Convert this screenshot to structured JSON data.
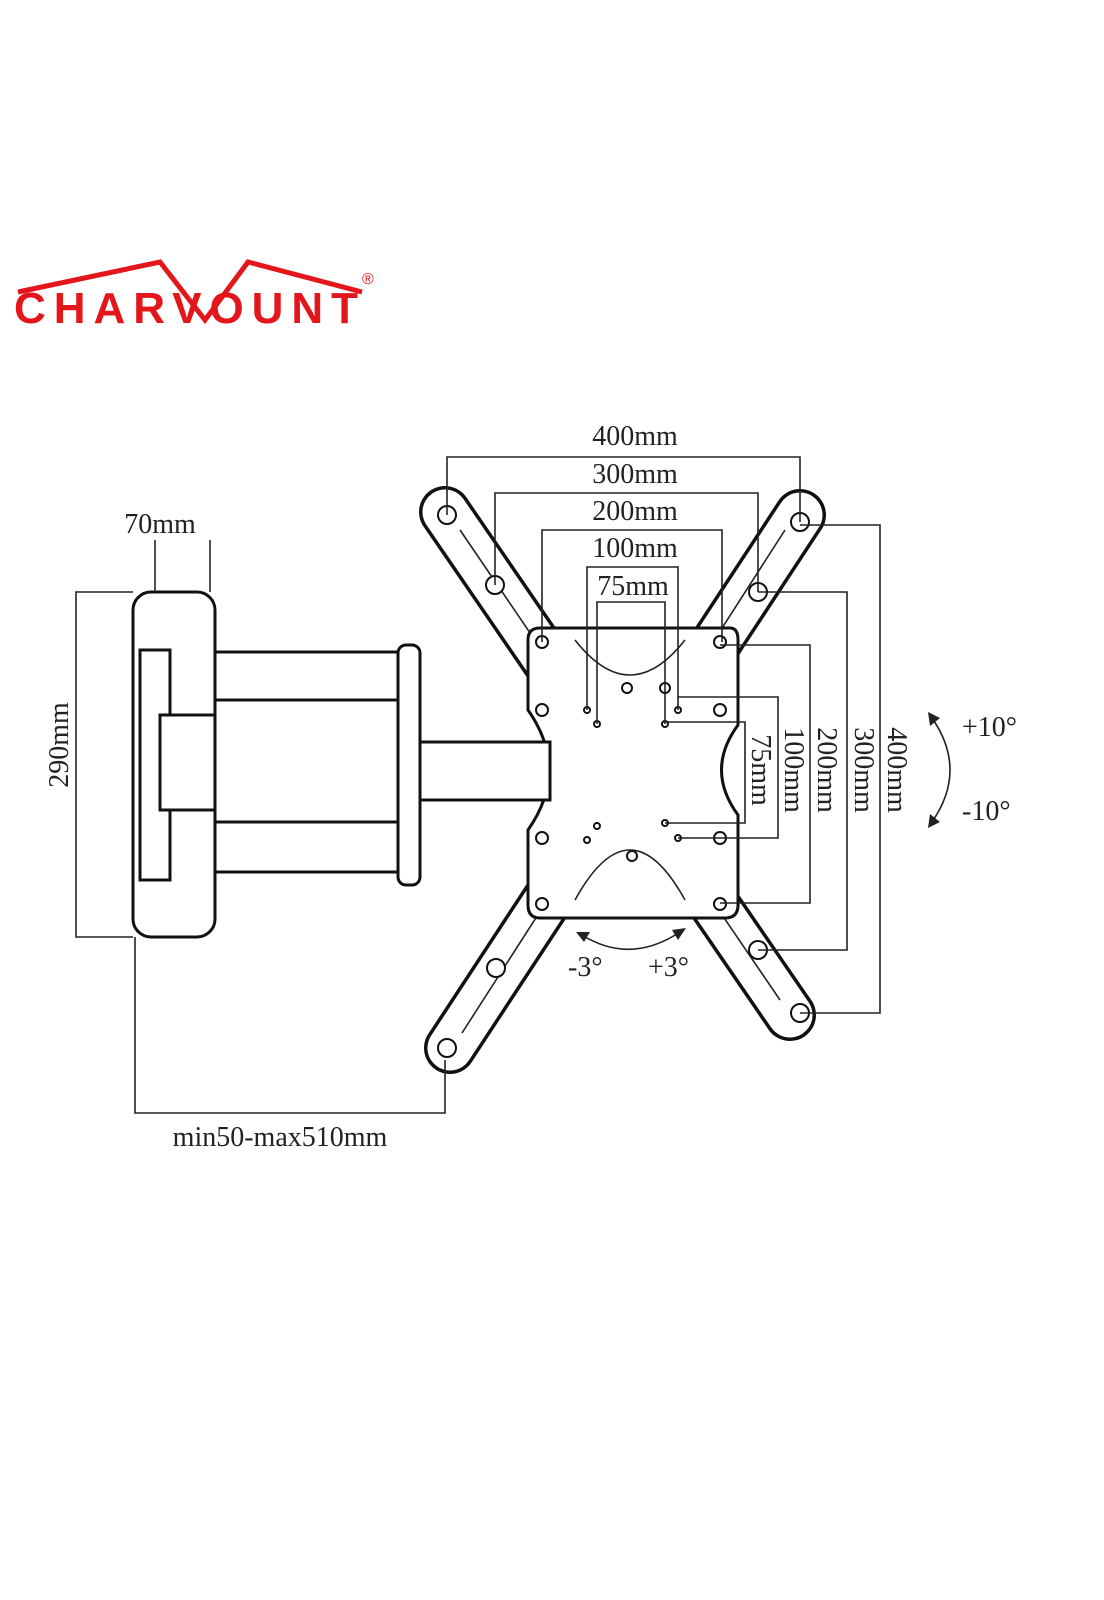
{
  "brand": {
    "name": "CHARVOUNT",
    "registered": "®",
    "color": "#e3161b"
  },
  "dimensions": {
    "horizontal": [
      "400mm",
      "300mm",
      "200mm",
      "100mm",
      "75mm"
    ],
    "vertical": [
      "400mm",
      "300mm",
      "200mm",
      "100mm",
      "75mm"
    ],
    "wall_plate_width": "70mm",
    "wall_plate_height": "290mm",
    "extension": "min50-max510mm"
  },
  "tilt": {
    "up": "+10°",
    "down": "-10°"
  },
  "swivel": {
    "left": "-3°",
    "right": "+3°"
  }
}
